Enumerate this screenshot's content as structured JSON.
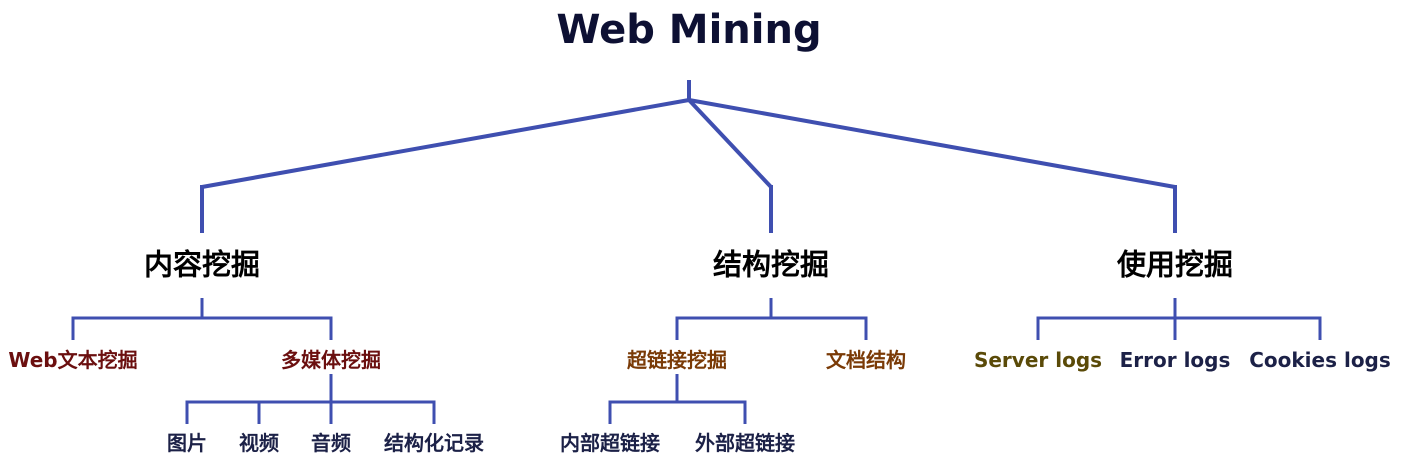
{
  "title": "Web Mining",
  "colors": {
    "line": "#3f4fb0",
    "title": "#0d1033",
    "category": "#000000",
    "content_branch": "#6b0f0f",
    "structure_branch": "#7a3a06",
    "server_logs": "#5a4a08",
    "other_logs": "#1c2147",
    "leaf": "#1c2147"
  },
  "categories": {
    "content": "内容挖掘",
    "structure": "结构挖掘",
    "usage": "使用挖掘"
  },
  "content_items": {
    "web_text": "Web文本挖掘",
    "multimedia": "多媒体挖掘"
  },
  "multimedia_items": {
    "image": "图片",
    "video": "视频",
    "audio": "音频",
    "structured": "结构化记录"
  },
  "structure_items": {
    "hyperlink": "超链接挖掘",
    "document": "文档结构"
  },
  "hyperlink_items": {
    "internal": "内部超链接",
    "external": "外部超链接"
  },
  "usage_items": {
    "server_logs": "Server logs",
    "error_logs": "Error logs",
    "cookies_logs": "Cookies logs"
  }
}
